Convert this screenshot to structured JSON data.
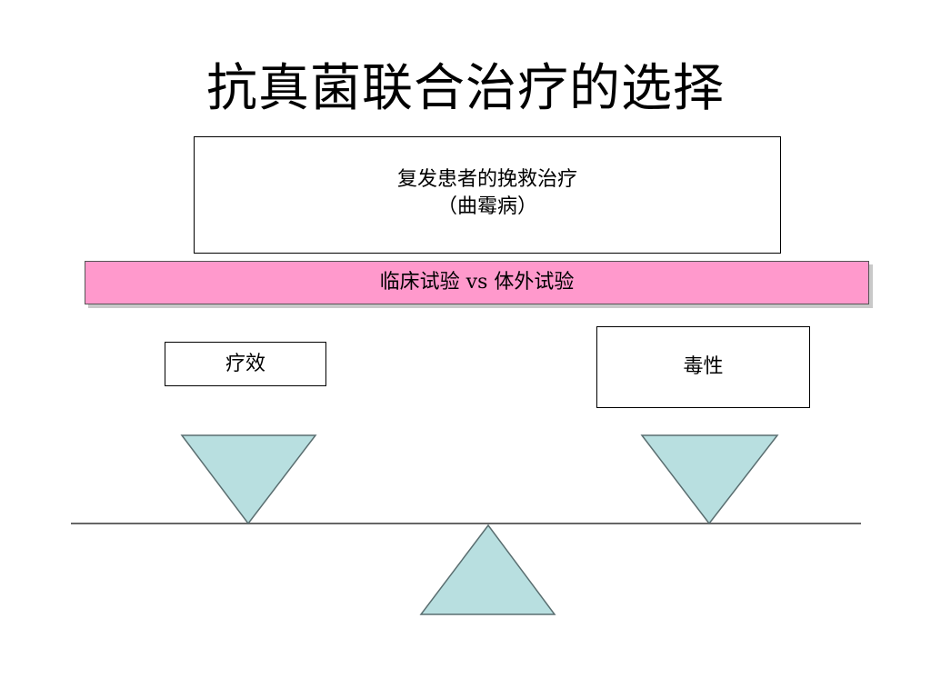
{
  "title": "抗真菌联合治疗的选择",
  "top_box": {
    "line1": "复发患者的挽救治疗",
    "line2": "（曲霉病）"
  },
  "band": {
    "label": "临床试验 vs 体外试验",
    "color": "#ff99cc"
  },
  "left_box": {
    "label": "疗效"
  },
  "right_box": {
    "label": "毒性"
  },
  "colors": {
    "triangle_fill": "#b8dfe0",
    "triangle_stroke": "#5a6e70",
    "beam": "#666666"
  }
}
